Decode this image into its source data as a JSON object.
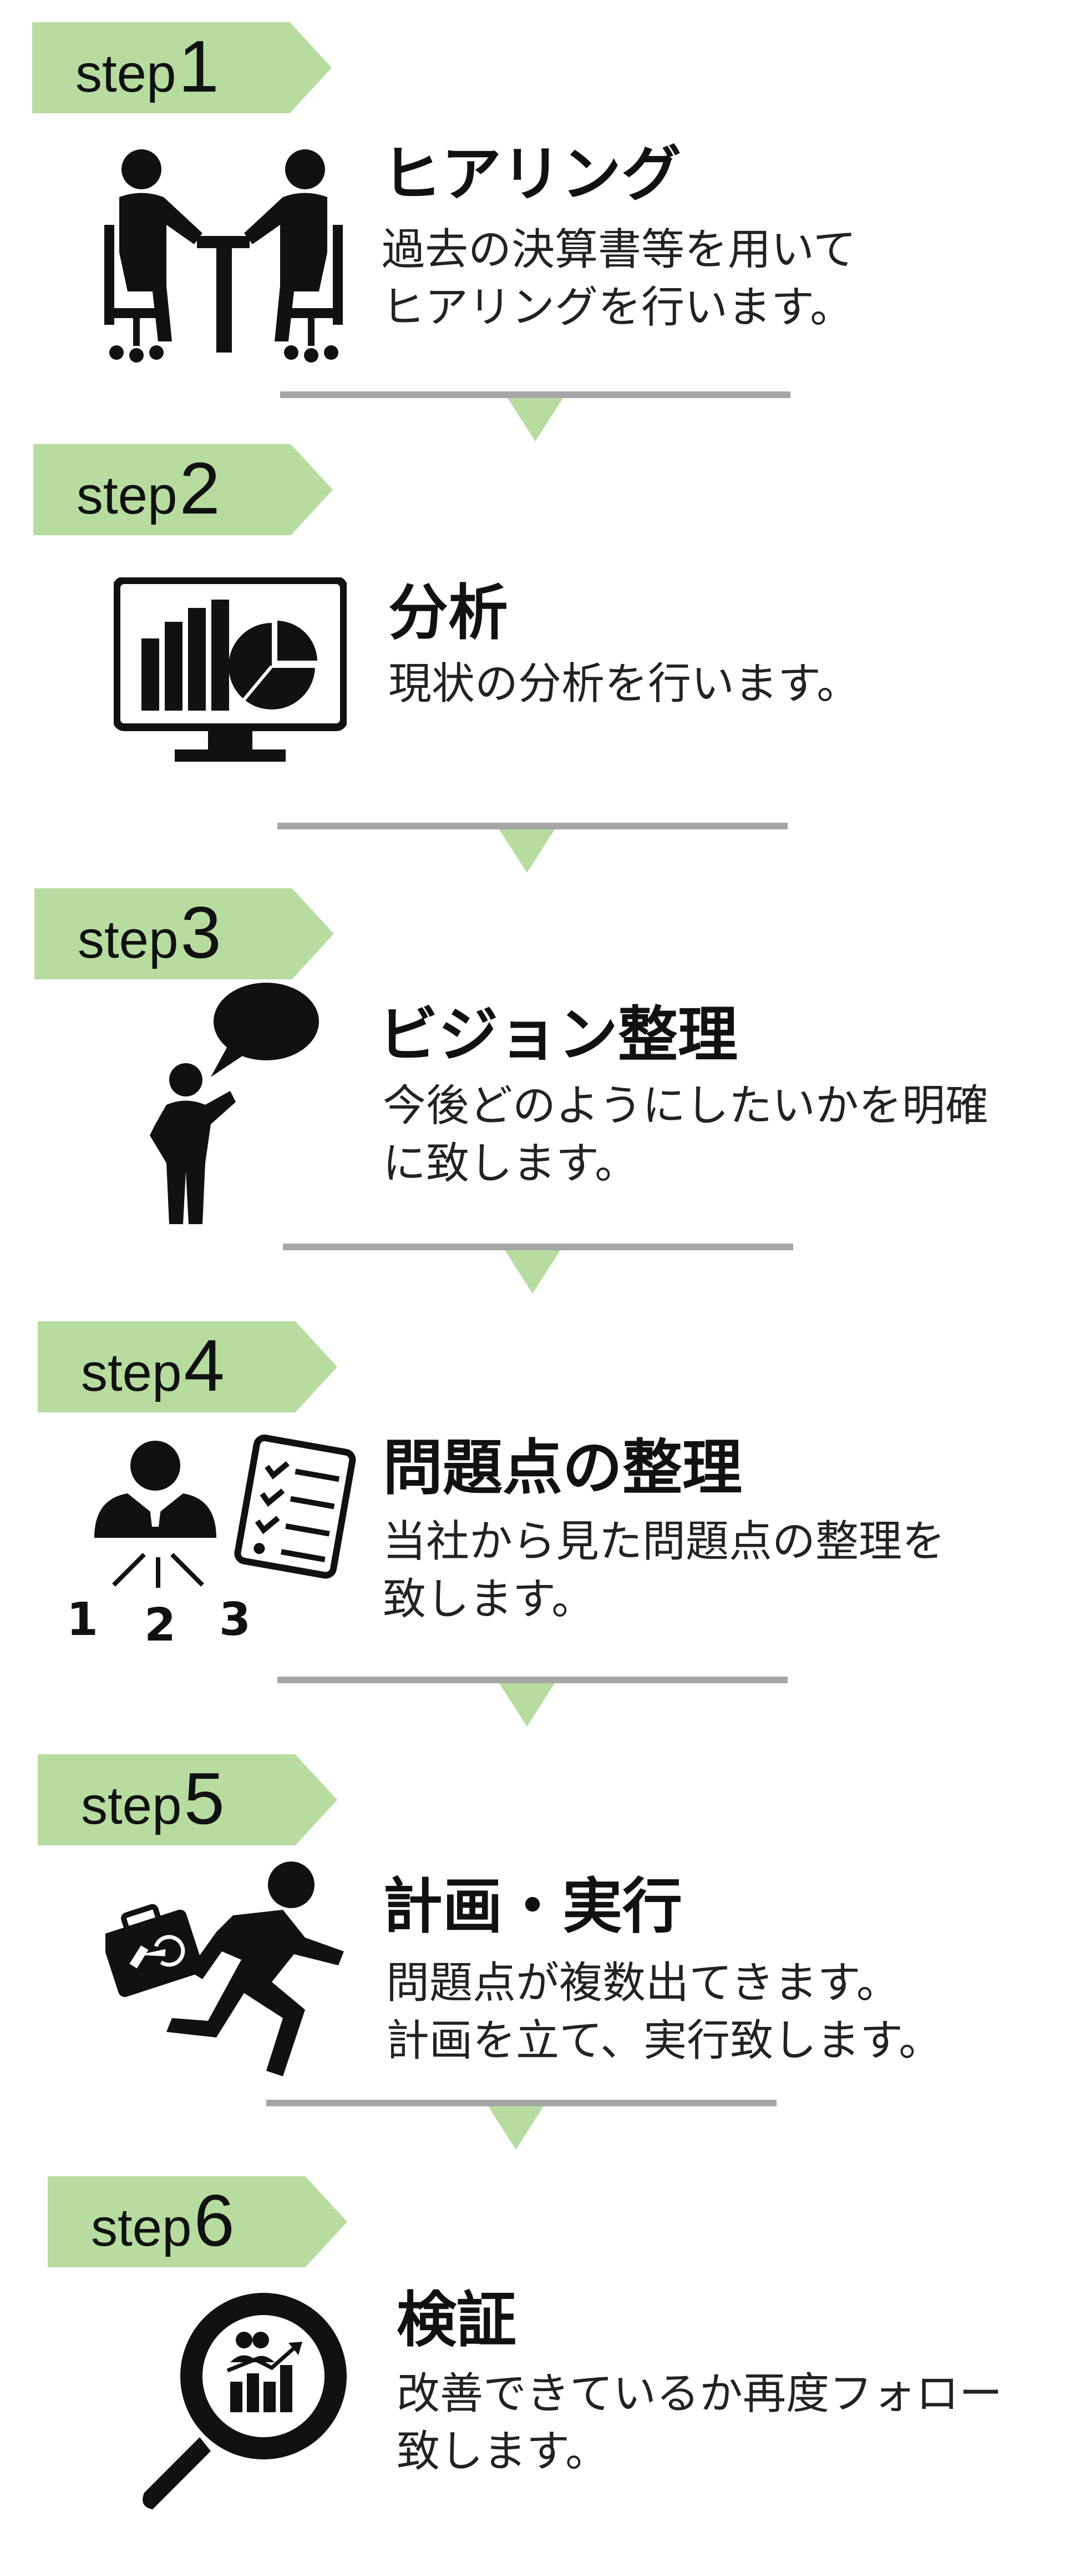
{
  "badge_prefix": "step",
  "steps": [
    {
      "num": "1",
      "title": "ヒアリング",
      "desc": "過去の決算書等を用いて\nヒアリングを行います。",
      "icon": "meeting-icon"
    },
    {
      "num": "2",
      "title": "分析",
      "desc": "現状の分析を行います。",
      "icon": "analysis-monitor-icon"
    },
    {
      "num": "3",
      "title": "ビジョン整理",
      "desc": "今後どのようにしたいかを明確\nに致します。",
      "icon": "thinking-person-icon"
    },
    {
      "num": "4",
      "title": "問題点の整理",
      "desc": "当社から見た問題点の整理を\n致します。",
      "icon": "checklist-person-icon",
      "icon_labels": [
        "1",
        "2",
        "3"
      ]
    },
    {
      "num": "5",
      "title": "計画・実行",
      "desc": "問題点が複数出てきます。\n計画を立て、実行致します。",
      "icon": "running-businessman-icon"
    },
    {
      "num": "6",
      "title": "検証",
      "desc": "改善できているか再度フォロー\n致します。",
      "icon": "magnifier-chart-icon"
    }
  ],
  "colors": {
    "badge": "#b7dca0",
    "divider": "#a6a6a6",
    "arrow": "#b7dca0"
  }
}
